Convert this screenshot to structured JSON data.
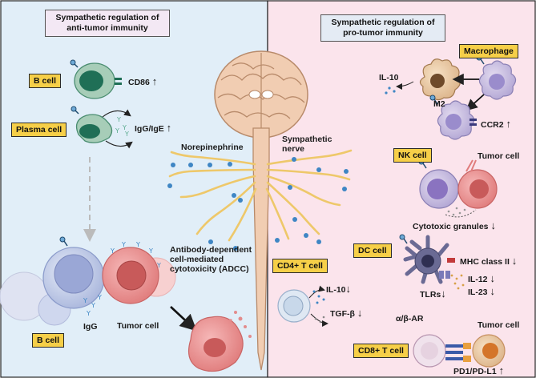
{
  "left_panel": {
    "title_line1": "Sympathetic regulation of",
    "title_line2": "anti-tumor immunity",
    "b_cell_top": "B cell",
    "cd86": "CD86",
    "plasma_cell": "Plasma cell",
    "igg_ige": "IgG/IgE",
    "adcc_line1": "Antibody-dependent",
    "adcc_line2": "cell-mediated",
    "adcc_line3": "cytotoxicity (ADCC)",
    "igg": "IgG",
    "tumor_cell": "Tumor cell",
    "b_cell_bottom": "B cell"
  },
  "center": {
    "norepinephrine": "Norepinephrine",
    "sympathetic_line1": "Sympathetic",
    "sympathetic_line2": "nerve",
    "cd4_t_cell": "CD4+ T cell",
    "il10": "IL-10",
    "tgfb": "TGF-β"
  },
  "right_panel": {
    "title_line1": "Sympathetic regulation of",
    "title_line2": "pro-tumor immunity",
    "macrophage": "Macrophage",
    "il10": "IL-10",
    "m2": "M2",
    "ccr2": "CCR2",
    "nk_cell": "NK cell",
    "tumor_cell_nk": "Tumor cell",
    "cytotoxic_granules": "Cytotoxic granules",
    "dc_cell": "DC cell",
    "mhc_class_ii": "MHC class II",
    "il12": "IL-12",
    "il23": "IL-23",
    "tlrs": "TLRs",
    "ab_ar": "α/β-AR",
    "tumor_cell_cd8": "Tumor cell",
    "cd8_t_cell": "CD8+ T cell",
    "pd1_pdl1": "PD1/PD-L1"
  },
  "symbols": {
    "up": "↑",
    "down": "↓"
  },
  "colors": {
    "left_bg": "#e1eef8",
    "right_bg": "#fbe4ec",
    "tag_fill": "#f6cf48",
    "nerve": "#eec86a",
    "norepinephrine_dot": "#3f86c4"
  }
}
